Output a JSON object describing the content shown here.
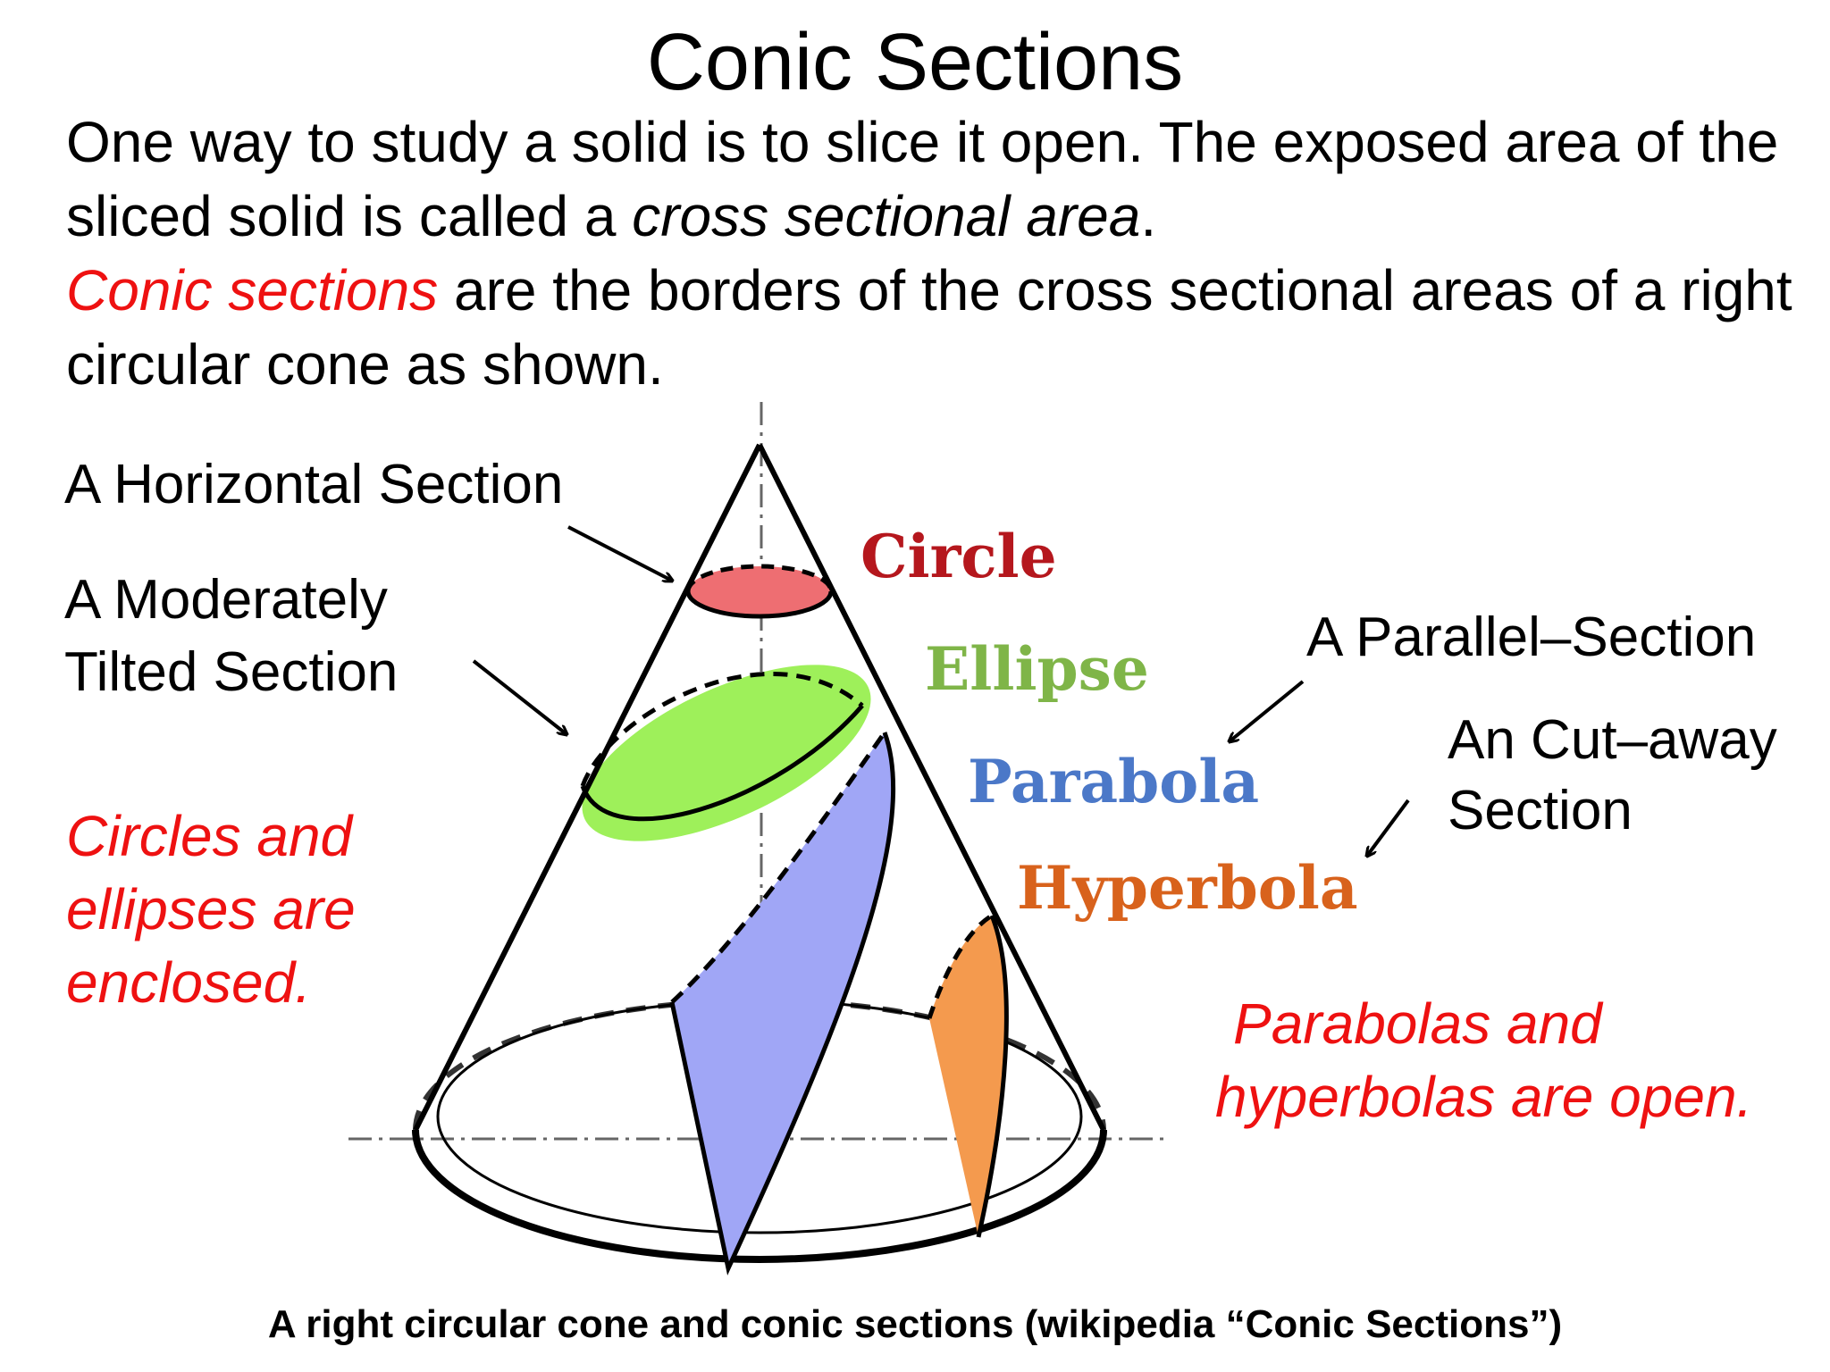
{
  "title": "Conic Sections",
  "intro": {
    "line1_a": "One way to study a solid is to slice it open. The exposed area of the sliced solid is called a ",
    "line1_em": "cross sectional area",
    "line1_b": ".",
    "line2_red": "Conic sections",
    "line2_b": " are the borders of the cross sectional areas of a right circular cone as shown."
  },
  "labels": {
    "horizontal": "A Horizontal Section",
    "tilted_1": "A Moderately",
    "tilted_2": "Tilted Section",
    "parallel": "A Parallel–Section",
    "cutaway_1": "An Cut–away",
    "cutaway_2": "Section"
  },
  "notes": {
    "enclosed_1": "Circles and",
    "enclosed_2": "ellipses are",
    "enclosed_3": "enclosed.",
    "open_1": "Parabolas and",
    "open_2": "hyperbolas are open."
  },
  "conics": {
    "circle": "Circle",
    "ellipse": "Ellipse",
    "parabola": "Parabola",
    "hyperbola": "Hyperbola"
  },
  "colors": {
    "circle": "#ee6e72",
    "circle_text": "#b5171d",
    "ellipse": "#9ef05a",
    "ellipse_text": "#7fb548",
    "parabola": "#a0a6f6",
    "parabola_text": "#4b78c8",
    "hyperbola": "#f49a4e",
    "hyperbola_text": "#d8621c",
    "red_text": "#ee1111"
  },
  "caption": "A right circular cone and conic sections (wikipedia “Conic Sections”)"
}
